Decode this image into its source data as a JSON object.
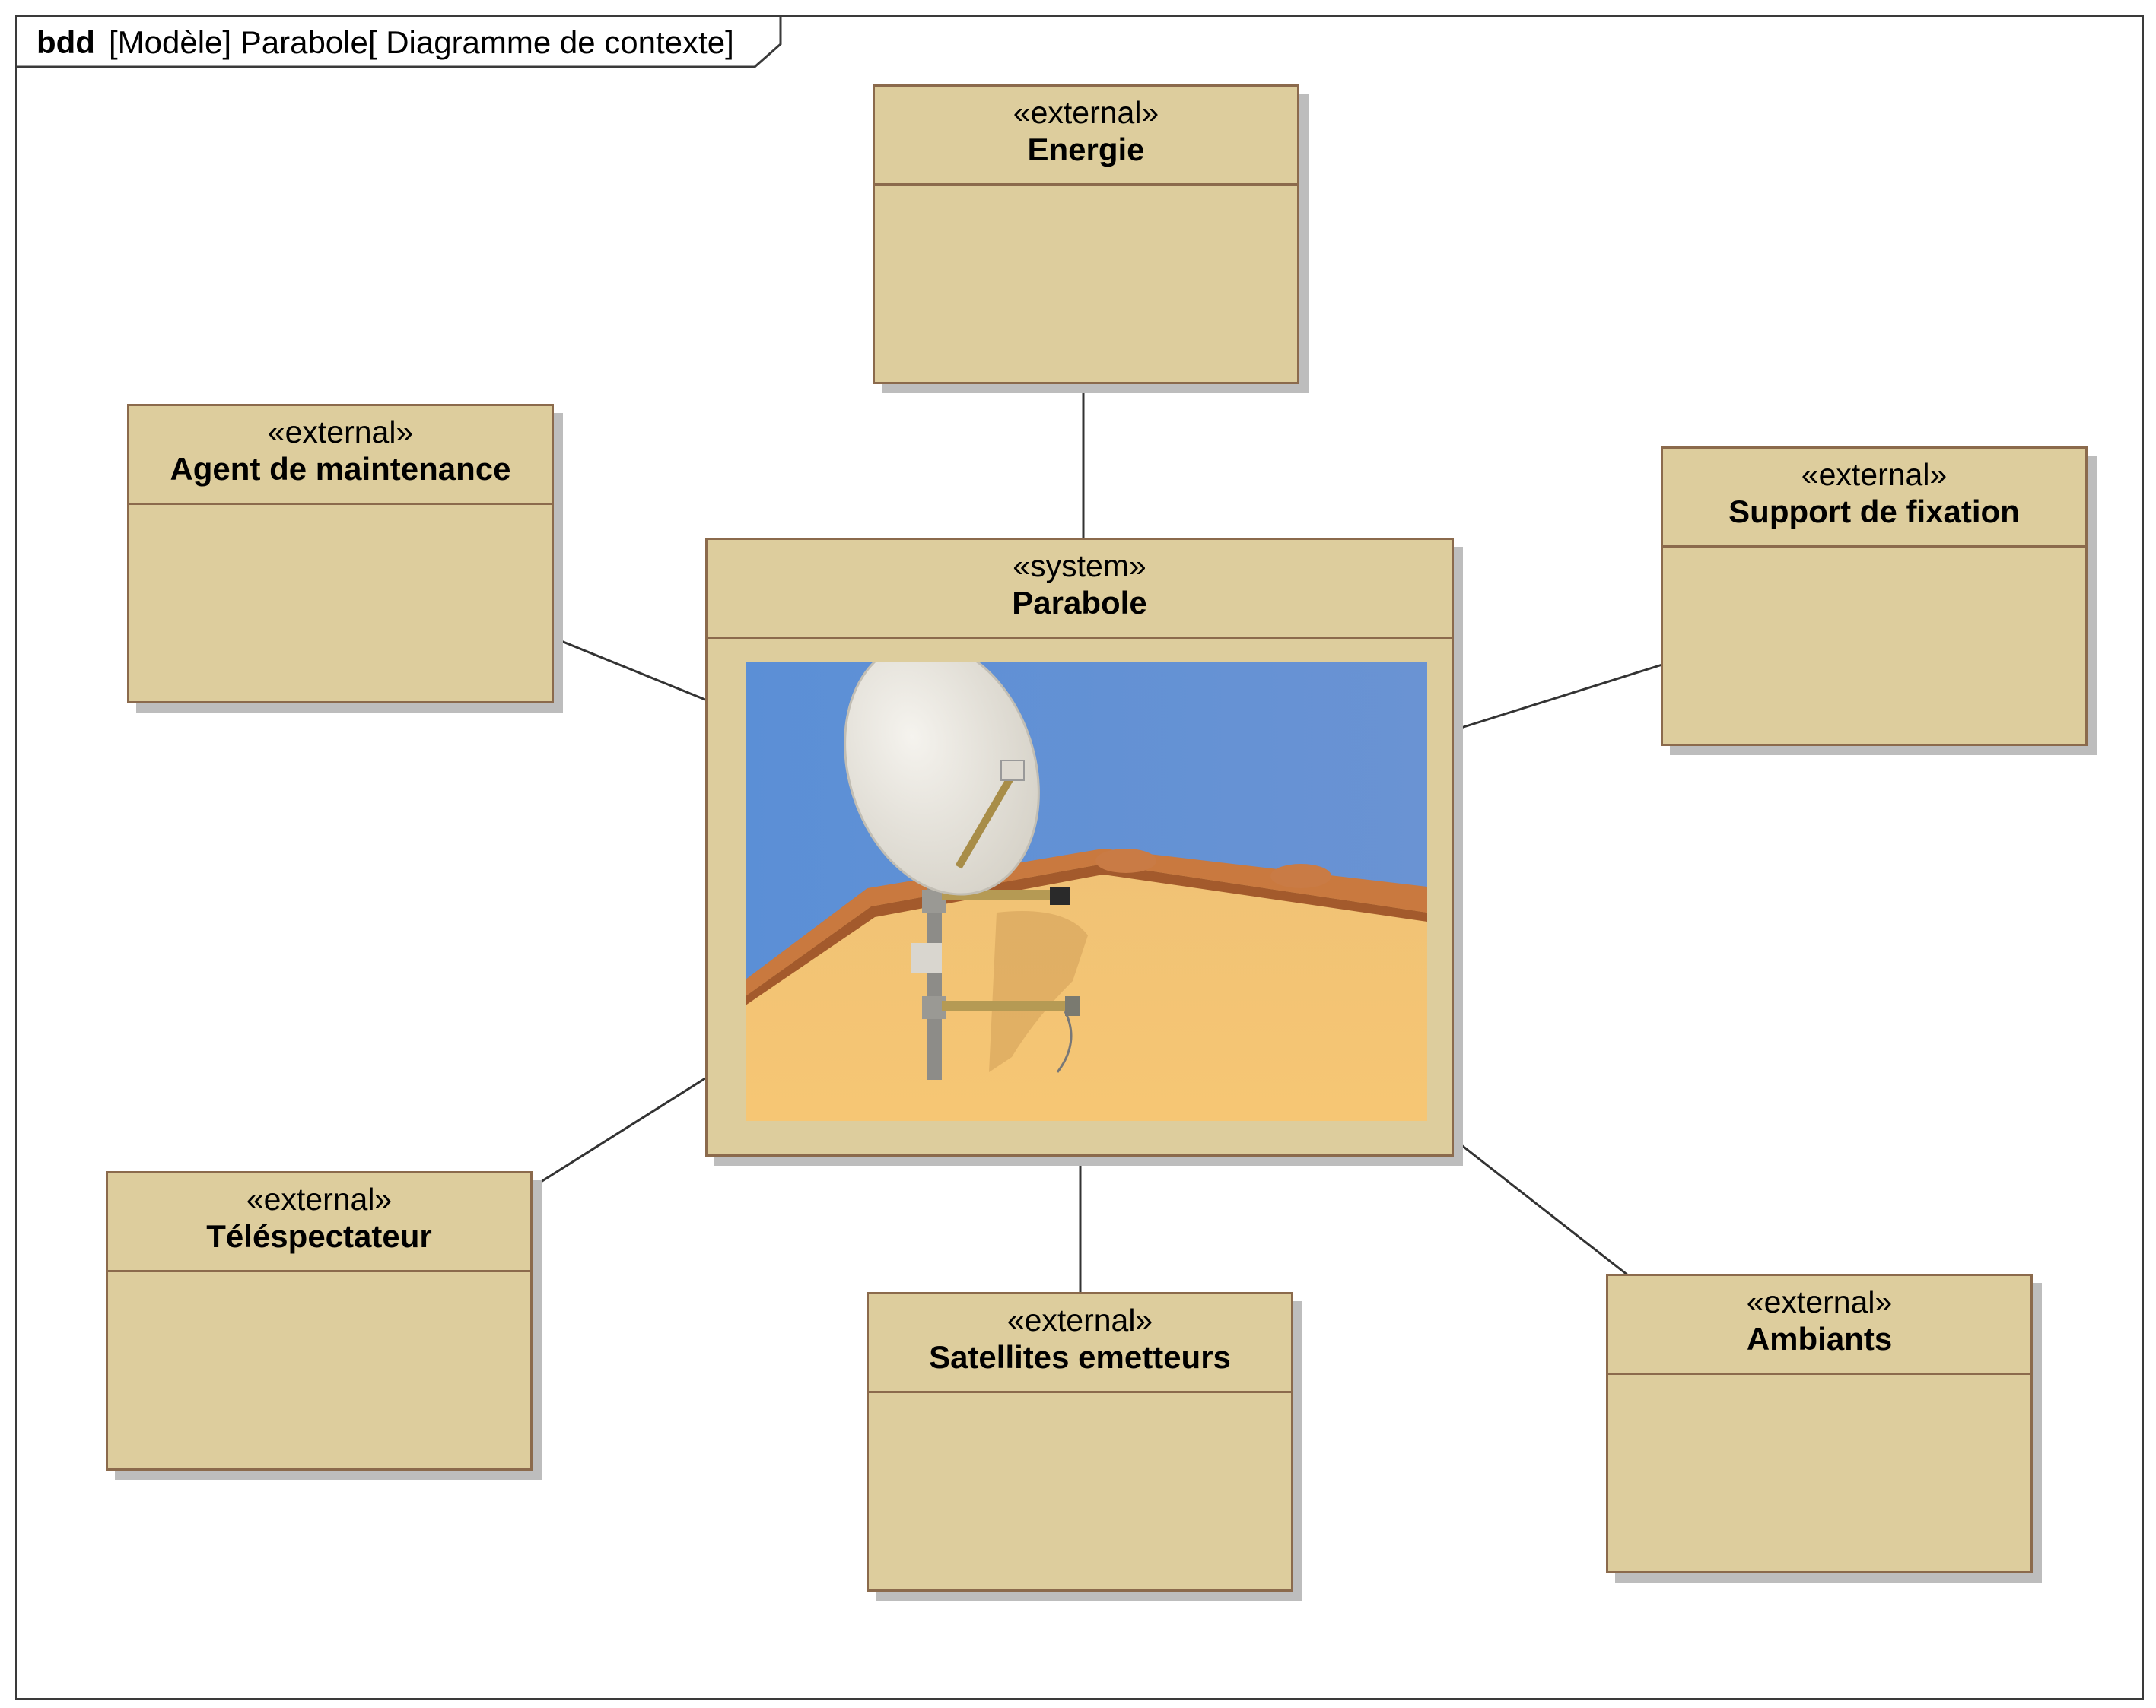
{
  "frame": {
    "kind": "bdd",
    "title": "[Modèle] Parabole[ Diagramme de contexte]"
  },
  "system": {
    "stereotype": "«system»",
    "name": "Parabole"
  },
  "externals": [
    {
      "id": "energie",
      "stereotype": "«external»",
      "name": "Energie"
    },
    {
      "id": "agent",
      "stereotype": "«external»",
      "name": "Agent de maintenance"
    },
    {
      "id": "support",
      "stereotype": "«external»",
      "name": "Support de fixation"
    },
    {
      "id": "telespectateur",
      "stereotype": "«external»",
      "name": "Téléspectateur"
    },
    {
      "id": "satellites",
      "stereotype": "«external»",
      "name": "Satellites emetteurs"
    },
    {
      "id": "ambiants",
      "stereotype": "«external»",
      "name": "Ambiants"
    }
  ],
  "colors": {
    "block_fill": "#ddcd9d",
    "block_border": "#8b6a4c",
    "shadow": "#bdbdbd",
    "line": "#333333"
  }
}
